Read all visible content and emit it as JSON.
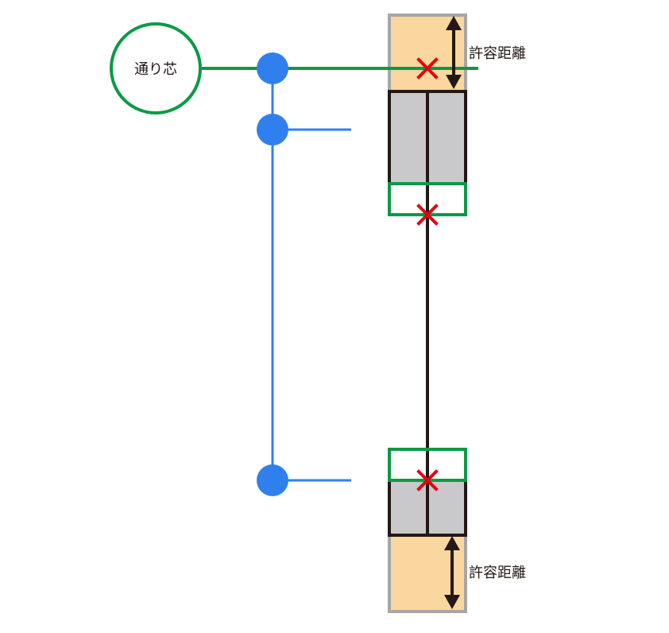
{
  "labels": {
    "grid_line": "通り芯",
    "allowable_distance_top": "許容距離",
    "allowable_distance_bottom": "許容距離"
  },
  "colors": {
    "grid_green": "#0a9a45",
    "blue": "#2f80ed",
    "zone_fill": "#fad79e",
    "zone_border": "#a6a6a6",
    "block_fill": "#c9c9cb",
    "block_border": "#231815",
    "marker_red": "#e60012",
    "arrow_black": "#231815"
  },
  "icons": {
    "marker": "x-mark-icon",
    "node": "dot-icon"
  }
}
